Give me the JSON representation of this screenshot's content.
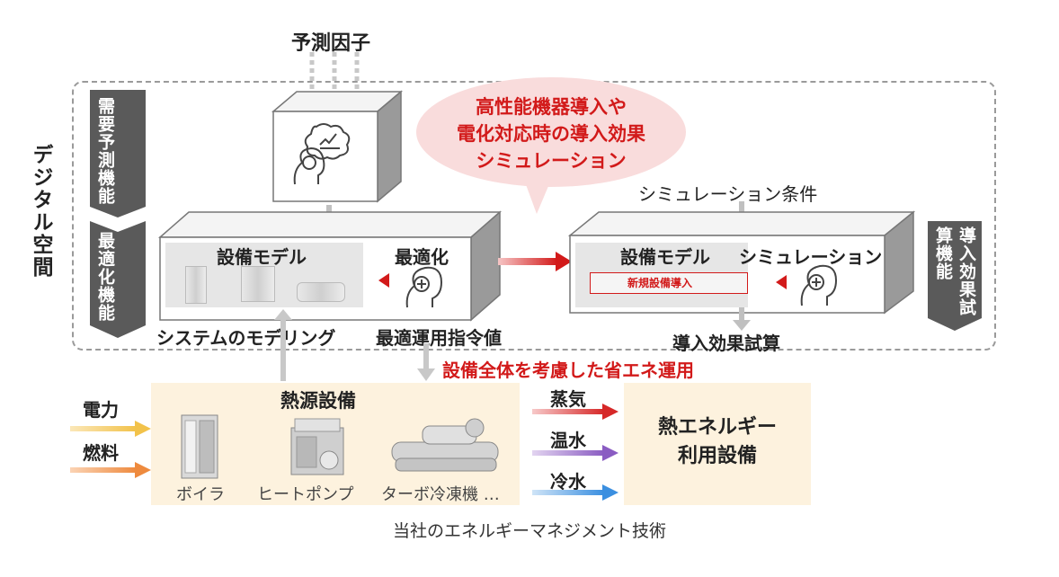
{
  "title_top": "予測因子",
  "bubble_text": "高性能機器導入や\n電化対応時の導入効果\nシミュレーション",
  "digital_space": "デジタル空間",
  "left_labels": {
    "demand_forecast": "需要予測機能",
    "optimization": "最適化機能"
  },
  "right_label": "導入効果試算機能",
  "left_box": {
    "equipment_model": "設備モデル",
    "optimize": "最適化"
  },
  "right_box": {
    "equipment_model": "設備モデル",
    "simulation": "シミュレーション",
    "new_equipment": "新規設備導入"
  },
  "sim_conditions": "シミュレーション条件",
  "system_modeling": "システムのモデリング",
  "optimal_command": "最適運用指令値",
  "effect_calc": "導入効果試算",
  "energy_saving": "設備全体を考慮した省エネ運用",
  "heat_source": {
    "title": "熱源設備",
    "items": [
      "ボイラ",
      "ヒートポンプ",
      "ターボ冷凍機 …"
    ]
  },
  "inputs": [
    "電力",
    "燃料"
  ],
  "outputs": [
    "蒸気",
    "温水",
    "冷水"
  ],
  "heat_use": "熱エネルギー\n利用設備",
  "caption": "当社のエネルギーマネジメント技術",
  "colors": {
    "accent_red": "#d21a1a",
    "dark_label": "#5a5a5a",
    "heat_panel": "#fdf2de",
    "bubble": "#f9dcdc"
  }
}
